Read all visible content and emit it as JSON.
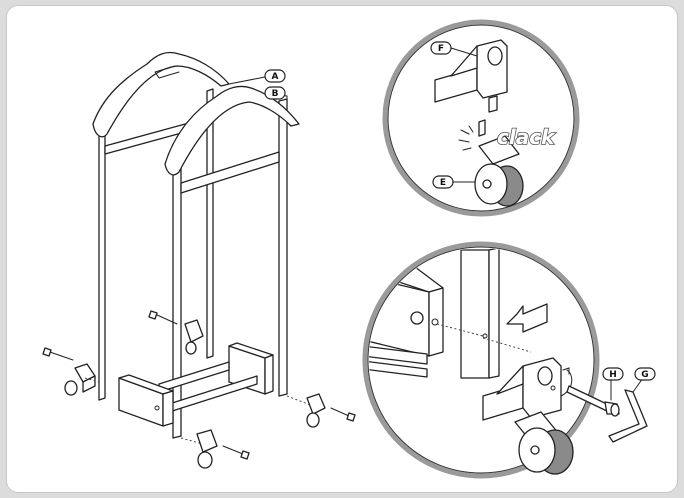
{
  "labels": {
    "A": "A",
    "B": "B",
    "E": "E",
    "F": "F",
    "G": "G",
    "H": "H"
  },
  "sound_text": "clack",
  "colors": {
    "wheel": "#8a8a8a",
    "background": "#dcdcdc",
    "line": "#222222",
    "sheet": "#ffffff"
  }
}
